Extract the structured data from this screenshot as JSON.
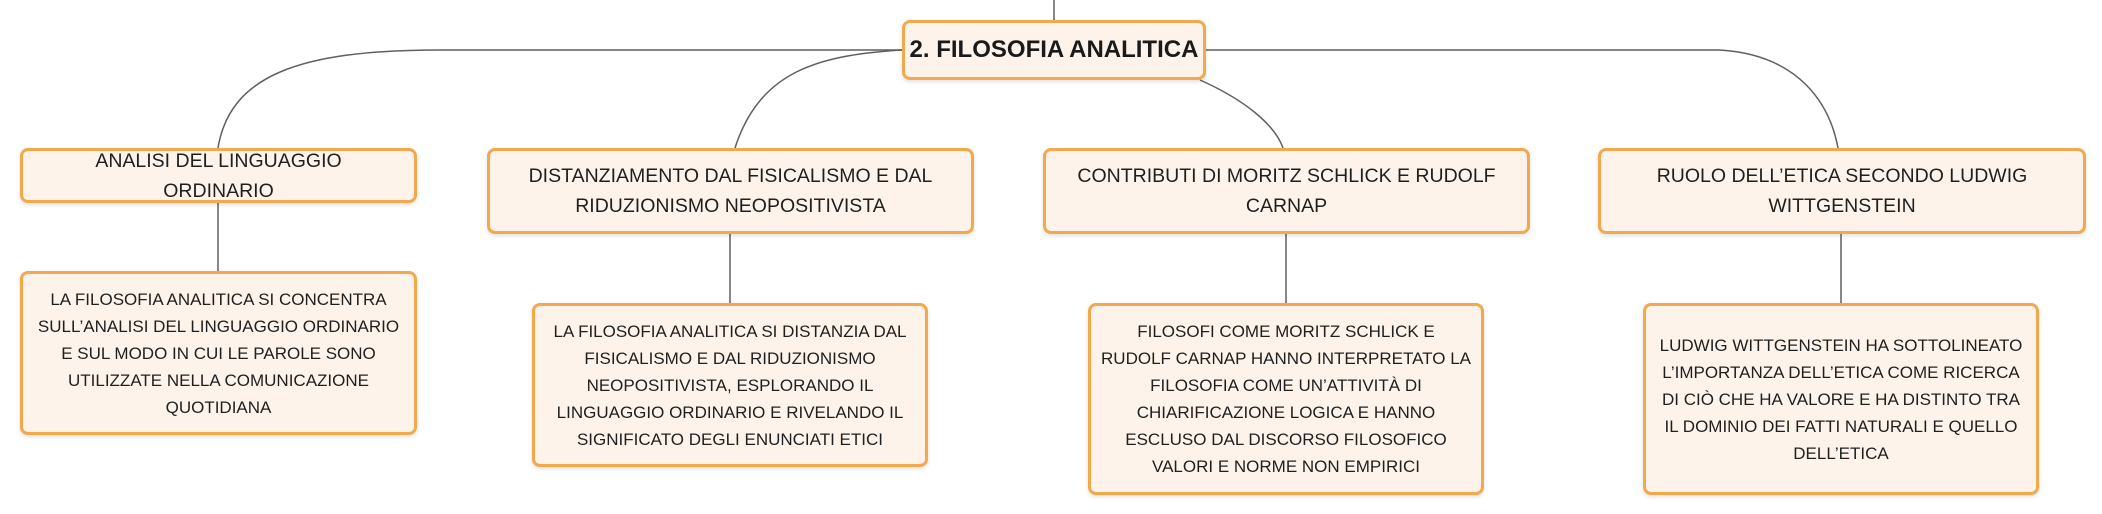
{
  "root": {
    "label": "2. FILOSOFIA ANALITICA"
  },
  "topics": [
    {
      "label": "ANALISI DEL LINGUAGGIO ORDINARIO"
    },
    {
      "label": "DISTANZIAMENTO DAL FISICALISMO E DAL RIDUZIONISMO NEOPOSITIVISTA"
    },
    {
      "label": "CONTRIBUTI DI MORITZ SCHLICK E RUDOLF CARNAP"
    },
    {
      "label": "RUOLO DELL’ETICA SECONDO LUDWIG WITTGENSTEIN"
    }
  ],
  "details": [
    {
      "text": "LA FILOSOFIA ANALITICA SI CONCENTRA SULL’ANALISI DEL LINGUAGGIO ORDINARIO E SUL MODO IN CUI LE PAROLE SONO UTILIZZATE NELLA COMUNICAZIONE QUOTIDIANA"
    },
    {
      "text": "LA FILOSOFIA ANALITICA SI DISTANZIA DAL FISICALISMO E DAL RIDUZIONISMO NEOPOSITIVISTA, ESPLORANDO IL LINGUAGGIO ORDINARIO E RIVELANDO IL SIGNIFICATO DEGLI ENUNCIATI ETICI"
    },
    {
      "text": "FILOSOFI COME MORITZ SCHLICK E RUDOLF CARNAP HANNO INTERPRETATO LA FILOSOFIA COME UN’ATTIVITÀ DI CHIARIFICAZIONE LOGICA E HANNO ESCLUSO DAL DISCORSO FILOSOFICO VALORI E NORME NON EMPIRICI"
    },
    {
      "text": "LUDWIG WITTGENSTEIN HA SOTTOLINEATO L’IMPORTANZA DELL’ETICA COME RICERCA DI CIÒ CHE HA VALORE E HA DISTINTO TRA IL DOMINIO DEI FATTI NATURALI E QUELLO DELL’ETICA"
    }
  ],
  "colors": {
    "node_border": "#f2a84c",
    "node_fill": "#fdf3ea",
    "connector": "#5f5f5f",
    "text": "#1f1f1f"
  }
}
